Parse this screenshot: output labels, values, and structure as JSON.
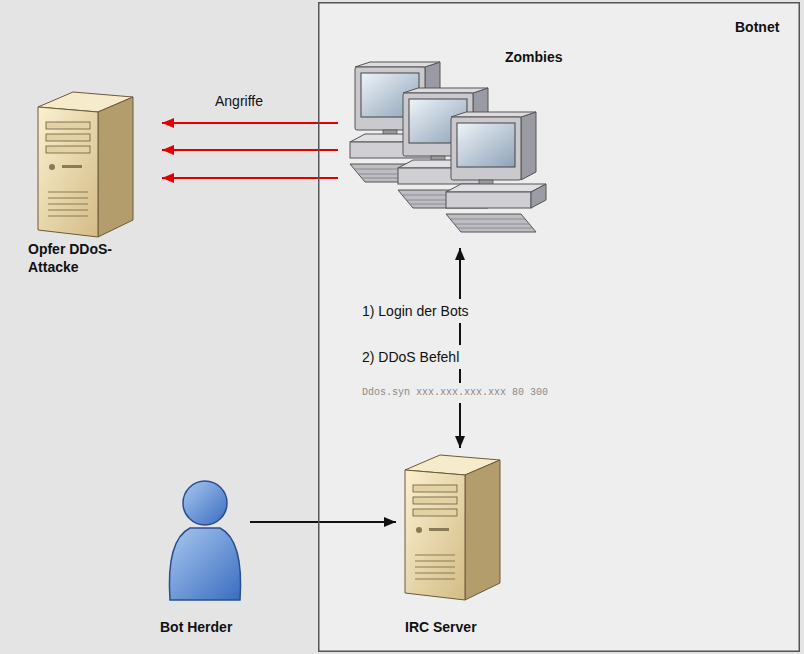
{
  "diagram": {
    "nodes": [
      {
        "text": [
          "Botnet"
        ]
      },
      {
        "text": [
          "Zombies"
        ],
        "in": 0
      },
      {
        "text": [
          "Opfer DDoS-Attacke"
        ]
      },
      {
        "text": [
          "IRC Server"
        ],
        "in": 0
      },
      {
        "text": [
          "Bot Herder"
        ]
      }
    ],
    "edges": [
      {
        "from": 1,
        "to": 2,
        "arrow": "to",
        "label": "Angriffe"
      },
      {
        "from": 1,
        "to": 2,
        "arrow": "to"
      },
      {
        "from": 1,
        "to": 2,
        "arrow": "to"
      },
      {
        "from": 3,
        "to": 1,
        "arrow": "to",
        "label": "1) Login der Bots"
      },
      {
        "from": 1,
        "to": 3,
        "arrow": "to",
        "label": "2) DDoS Befehl"
      },
      {
        "from": 4,
        "to": 3,
        "arrow": "to"
      }
    ],
    "labels": [
      "Ddos.syn xxx.xxx.xxx.xxx 80 300"
    ]
  }
}
